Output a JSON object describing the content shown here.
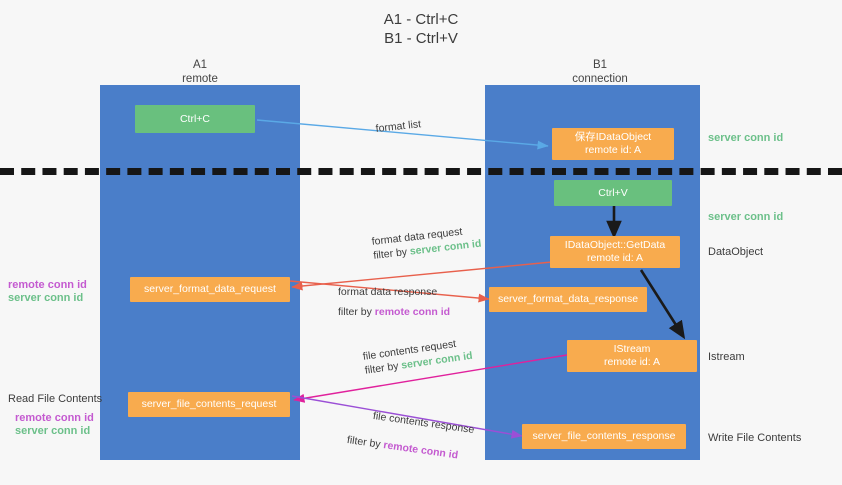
{
  "title": {
    "line1": "A1 - Ctrl+C",
    "line2": "B1 - Ctrl+V"
  },
  "lanes": [
    {
      "id": "a1",
      "name": "A1",
      "subtitle": "remote",
      "color": "#4a7ec9"
    },
    {
      "id": "b1",
      "name": "B1",
      "subtitle": "connection",
      "color": "#4a7ec9"
    }
  ],
  "colors": {
    "lane": "#4a7ec9",
    "green_box": "#69c07e",
    "orange_box": "#f8ab4e",
    "server_conn_id": "#6cc08a",
    "remote_conn_id": "#c45ad0",
    "arrow_blue": "#5aa9e6",
    "arrow_red": "#e8604c",
    "arrow_magenta": "#e0219c",
    "arrow_purple": "#9b4fd6",
    "arrow_black": "#1a1a1a",
    "background": "#f7f7f7"
  },
  "nodes": {
    "ctrl_c": {
      "label": "Ctrl+C",
      "style": "green"
    },
    "register_idataobject": {
      "label": "保存IDataObject",
      "sub": "remote id: A",
      "style": "orange"
    },
    "ctrl_v": {
      "label": "Ctrl+V",
      "style": "green"
    },
    "idataobject_getdata": {
      "label": "IDataObject::GetData",
      "sub": "remote id: A",
      "style": "orange"
    },
    "server_format_data_request": {
      "label": "server_format_data_request",
      "style": "orange"
    },
    "server_format_data_response": {
      "label": "server_format_data_response",
      "style": "orange"
    },
    "istream": {
      "label": "IStream",
      "sub": "remote id: A",
      "style": "orange"
    },
    "server_file_contents_request": {
      "label": "server_file_contents_request",
      "style": "orange"
    },
    "server_file_contents_response": {
      "label": "server_file_contents_response",
      "style": "orange"
    }
  },
  "edge_labels": {
    "format_list": "format list",
    "format_data_request": "format data request",
    "format_data_request_filter_prefix": "filter by ",
    "format_data_request_filter_key": "server conn id",
    "format_data_response": "format data response",
    "format_data_response_filter_prefix": "filter by ",
    "format_data_response_filter_key": "remote conn id",
    "file_contents_request": "file contents request",
    "file_contents_request_filter_prefix": "filter by ",
    "file_contents_request_filter_key": "server conn id",
    "file_contents_response": "file contents response",
    "file_contents_response_filter_prefix": "filter by ",
    "file_contents_response_filter_key": "remote conn id"
  },
  "right_labels": {
    "server_conn_id_top": "server conn id",
    "server_conn_id_mid": "server conn id",
    "dataobject": "DataObject",
    "istream": "Istream",
    "write_file_contents": "Write File Contents"
  },
  "left_labels": {
    "remote_conn_id_mid": "remote conn id",
    "server_conn_id_mid": "server conn id",
    "read_file_contents": "Read File Contents",
    "remote_conn_id_bottom": "remote conn id",
    "server_conn_id_bottom": "server conn id"
  }
}
